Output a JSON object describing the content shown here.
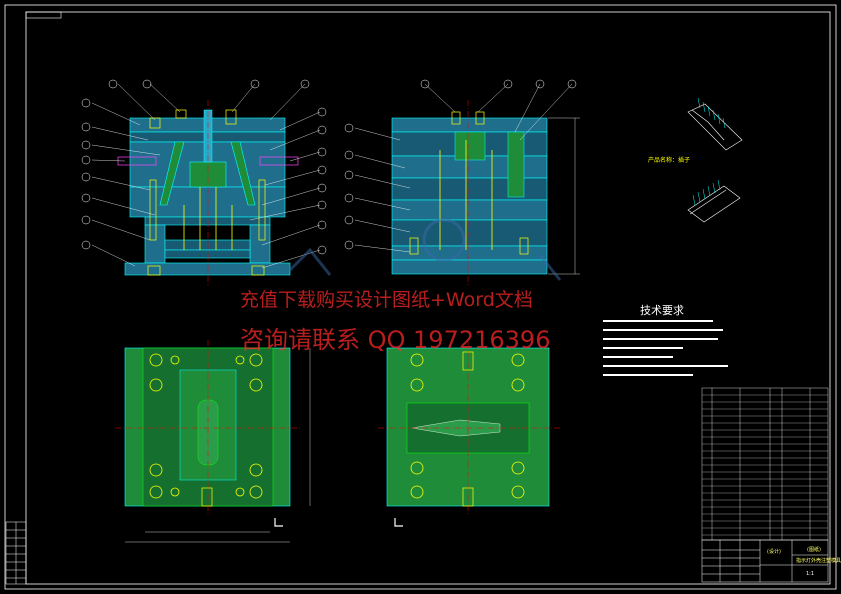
{
  "watermark": {
    "line1": "充值下载购买设计图纸+Word文档",
    "line2": "咨询请联系  QQ 197216396"
  },
  "technical_requirements": {
    "title": "技术要求"
  },
  "product_label": "产品名称：插子",
  "title_block": {
    "design_label": "(设计)",
    "sheet_label": "(图纸)",
    "drawing_name": "指示灯外壳注塑模具",
    "scale": "1:1"
  },
  "colors": {
    "background": "#000000",
    "frame": "#ffffff",
    "plate": "#1f6e8c",
    "plate_dark": "#185a73",
    "core": "#1f8c3a",
    "outline": "#00ffff",
    "yellow": "#ffff00",
    "green": "#00ff00",
    "red": "#ff0000",
    "magenta": "#ff44ff",
    "watermark": "#ff2a2a"
  }
}
